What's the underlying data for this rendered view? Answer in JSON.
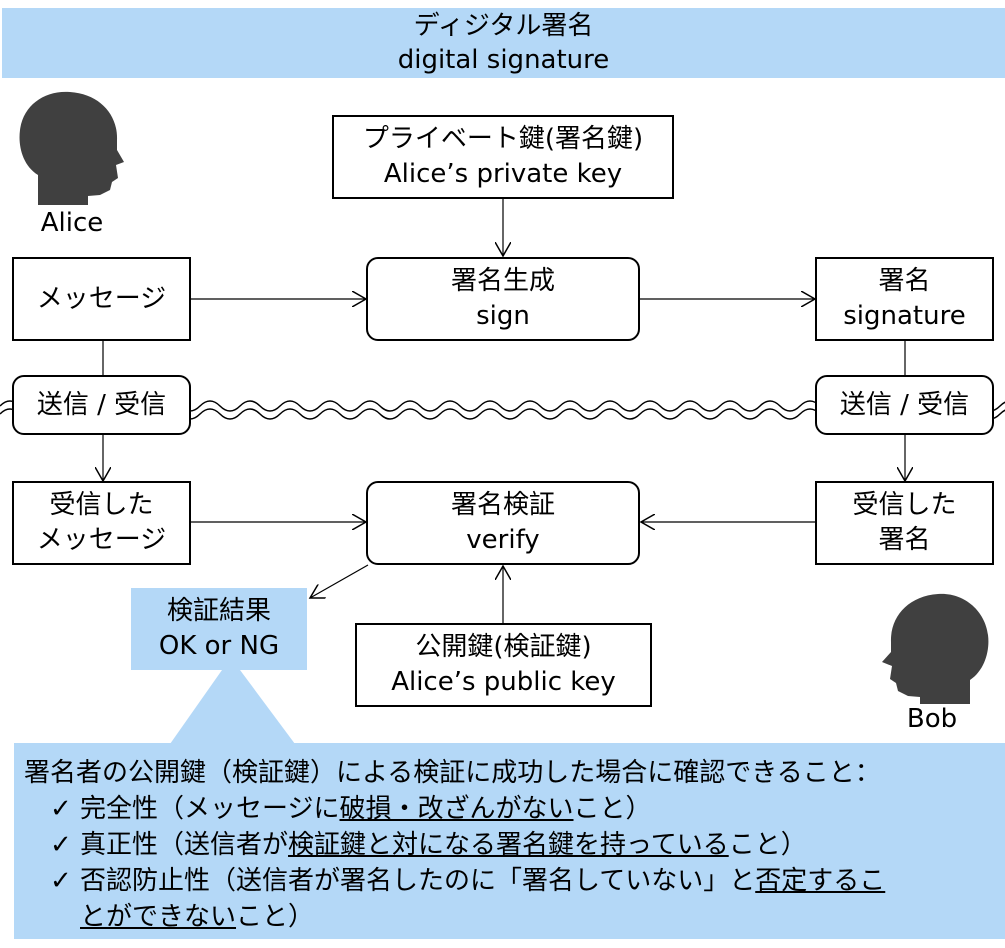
{
  "title": {
    "line1": "ディジタル署名",
    "line2": "digital signature"
  },
  "actors": {
    "alice": "Alice",
    "bob": "Bob"
  },
  "boxes": {
    "private_key": {
      "line1": "プライベート鍵(署名鍵)",
      "line2": "Alice’s private key"
    },
    "message": {
      "line1": "メッセージ"
    },
    "sign": {
      "line1": "署名生成",
      "line2": "sign"
    },
    "signature": {
      "line1": "署名",
      "line2": "signature"
    },
    "send_receive_left": {
      "line1": "送信 / 受信"
    },
    "send_receive_right": {
      "line1": "送信 / 受信"
    },
    "received_message": {
      "line1": "受信した",
      "line2": "メッセージ"
    },
    "verify": {
      "line1": "署名検証",
      "line2": "verify"
    },
    "received_signature": {
      "line1": "受信した",
      "line2": "署名"
    },
    "public_key": {
      "line1": "公開鍵(検証鍵)",
      "line2": "Alice’s public key"
    }
  },
  "result": {
    "line1": "検証結果",
    "line2": "OK or NG"
  },
  "note": {
    "heading": "署名者の公開鍵（検証鍵）による検証に成功した場合に確認できること：",
    "check_mark": "✓",
    "item1": {
      "prefix": "完全性（メッセージに",
      "underlined": "破損・改ざんがない",
      "suffix": "こと）"
    },
    "item2": {
      "prefix": "真正性（送信者が",
      "underlined": "検証鍵と対になる署名鍵を持っている",
      "suffix": "こと）"
    },
    "item3": {
      "prefix": "否認防止性（送信者が署名したのに「署名していない」と",
      "underlined1": "否定するこ",
      "underlined2": "とができない",
      "suffix": "こと）"
    }
  },
  "colors": {
    "light_blue": "#b4d8f7",
    "person_gray": "#404040",
    "stroke": "#000000"
  }
}
